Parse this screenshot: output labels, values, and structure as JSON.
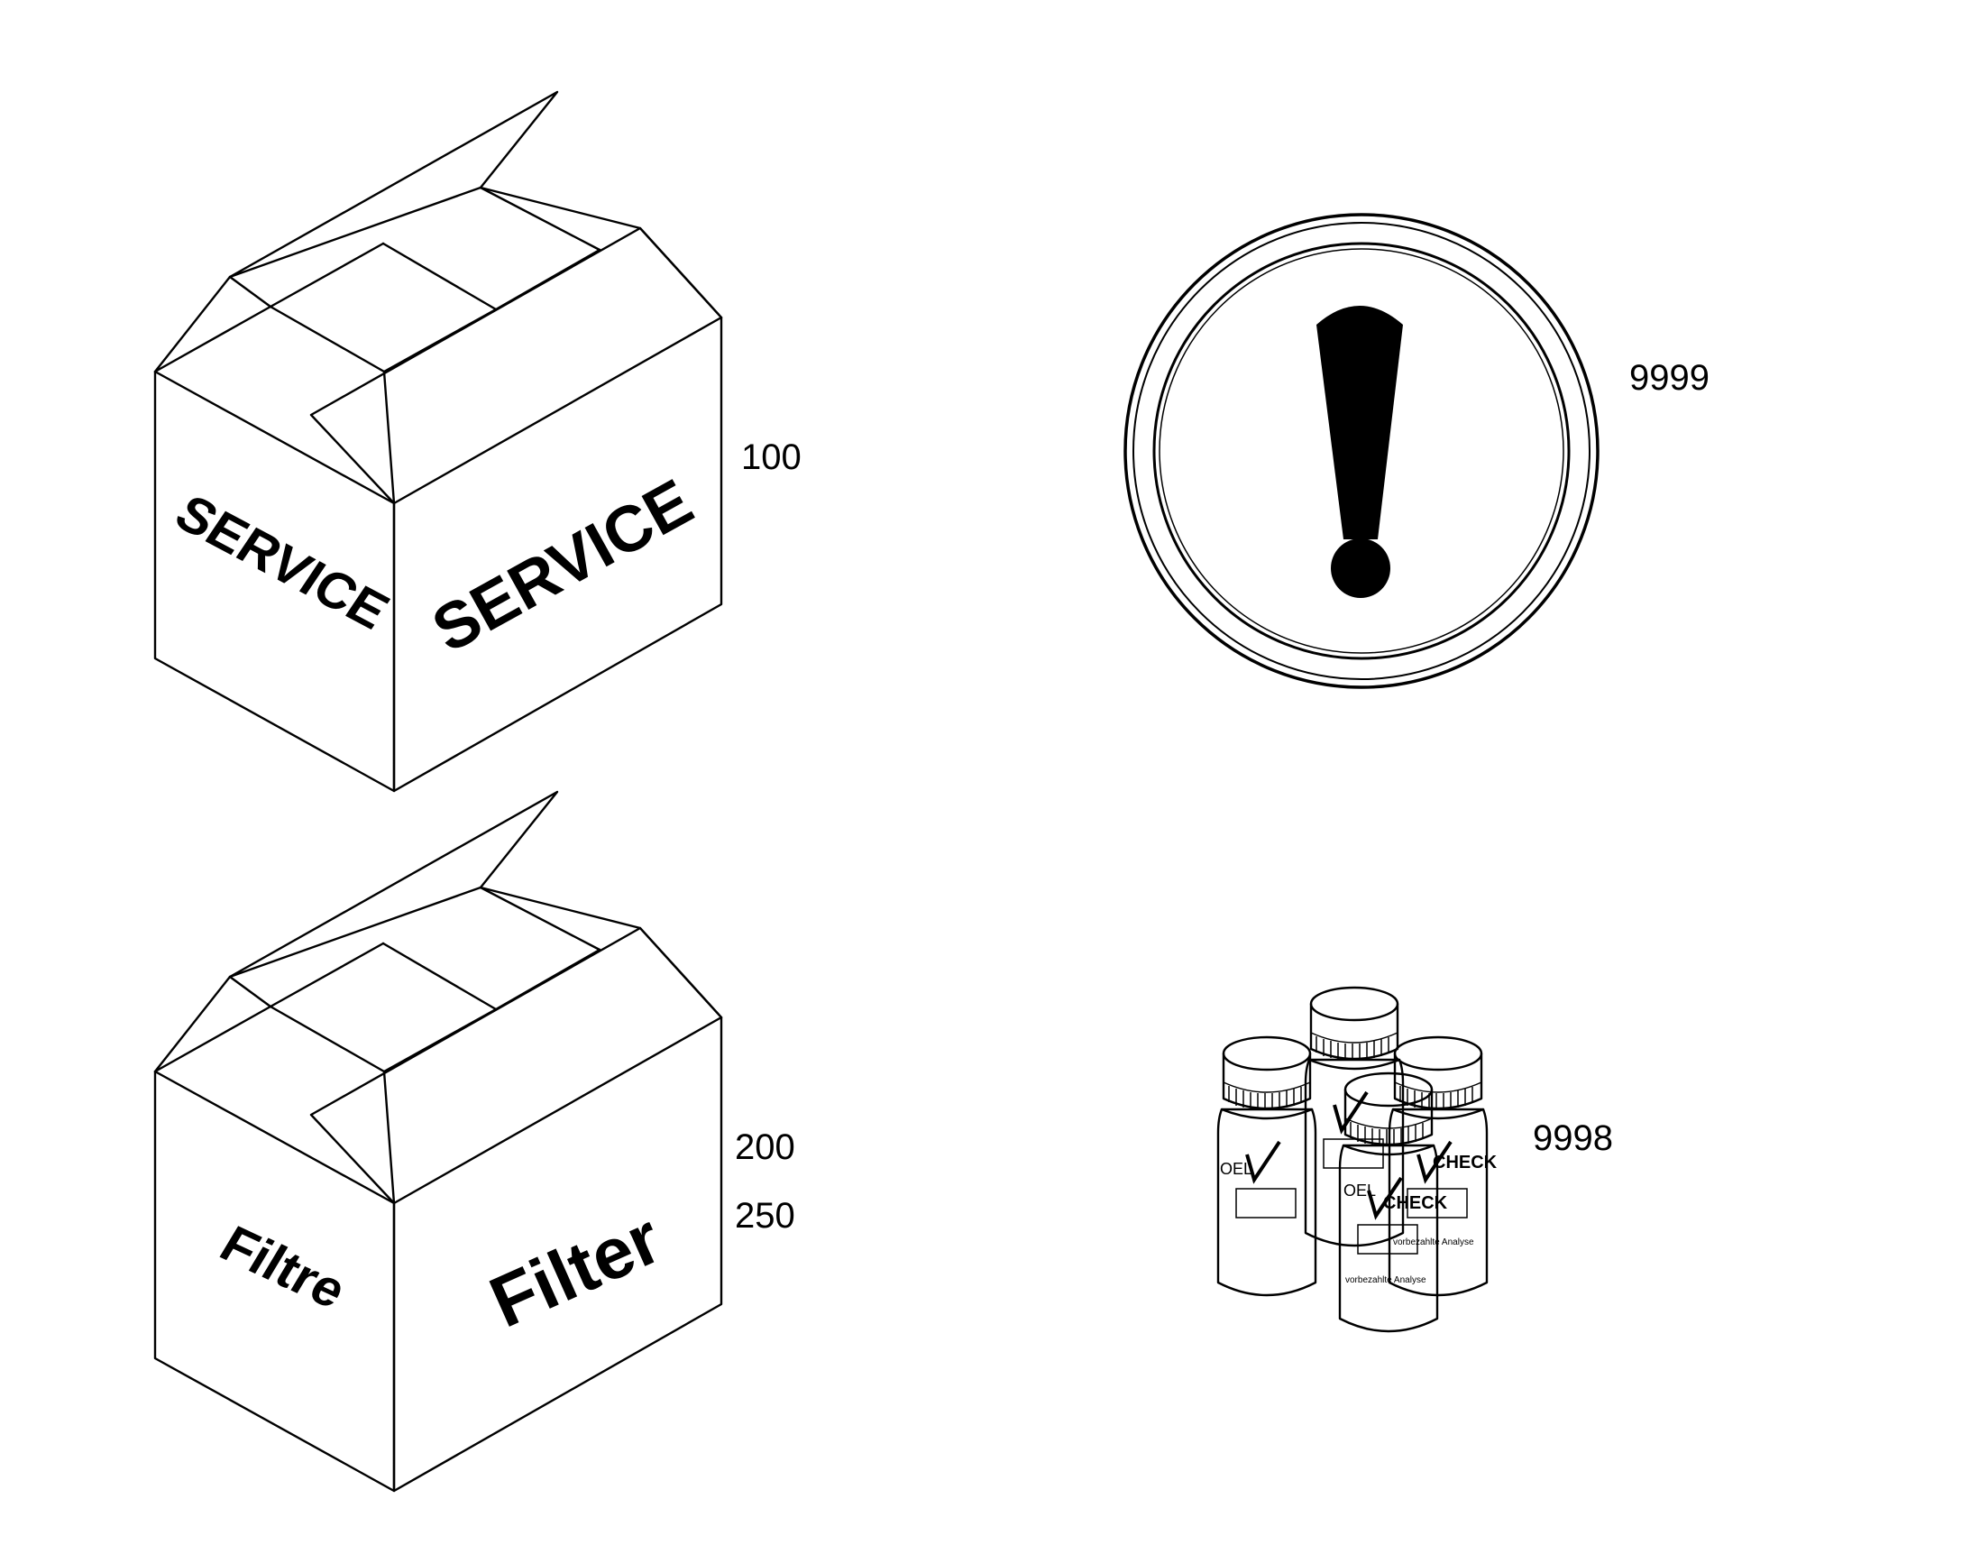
{
  "figure": {
    "reference_numbers": {
      "service_box": "100",
      "filter_box_upper": "200",
      "filter_box_lower": "250",
      "warning_symbol": "9999",
      "sample_bottles": "9998"
    },
    "service_box": {
      "side_label": "SERVICE",
      "front_label": "SERVICE"
    },
    "filter_box": {
      "side_label": "Filtre",
      "front_label": "Filter"
    },
    "warning_symbol": {
      "glyph": "!",
      "icon": "exclamation-icon"
    },
    "sample_bottles": {
      "brand_top": "OEL",
      "brand_main": "CHECK",
      "fine_print": "vorbezahlte Analyse",
      "count": 4
    },
    "colors": {
      "ink": "#000000",
      "background": "#ffffff"
    }
  }
}
